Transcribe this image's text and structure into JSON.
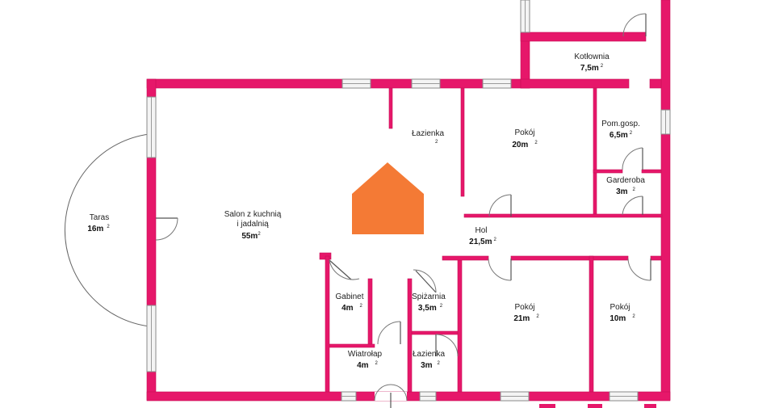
{
  "plan": {
    "colors": {
      "wall": "#e6176a",
      "window": "#f4f4f4",
      "logo": "#f47a35",
      "background": "#ffffff"
    },
    "logo_icon": "house-logo-icon",
    "sup": "2",
    "rooms": {
      "taras": {
        "name": "Taras",
        "area": "16m"
      },
      "salon": {
        "name1": "Salon z kuchnią",
        "name2": "i jadalnią",
        "area": "55m"
      },
      "lazienka1": {
        "name": "Łazienka"
      },
      "pokoj1": {
        "name": "Pokój",
        "area": "20m"
      },
      "kotlownia": {
        "name": "Kotłownia",
        "area": "7,5m"
      },
      "pomgosp": {
        "name": "Pom.gosp.",
        "area": "6,5m"
      },
      "garderoba": {
        "name": "Garderoba",
        "area": "3m"
      },
      "hol": {
        "name": "Hol",
        "area": "21,5m"
      },
      "gabinet": {
        "name": "Gabinet",
        "area": "4m"
      },
      "spizarnia": {
        "name": "Spiżarnia",
        "area": "3,5m"
      },
      "pokoj2": {
        "name": "Pokój",
        "area": "21m"
      },
      "pokoj3": {
        "name": "Pokój",
        "area": "10m"
      },
      "wiatrolap": {
        "name": "Wiatrołap",
        "area": "4m"
      },
      "lazienka2": {
        "name": "Łazienka",
        "area": "3m"
      }
    }
  }
}
